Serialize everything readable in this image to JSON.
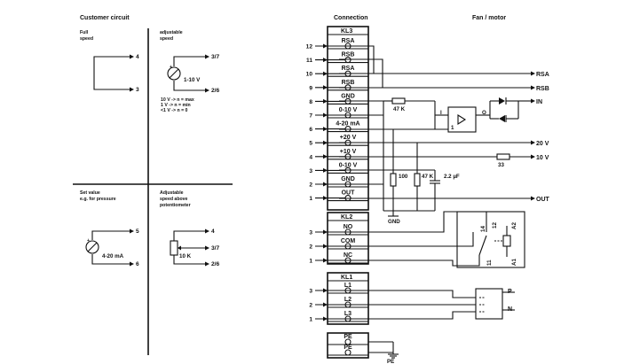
{
  "headers": {
    "customer_circuit": "Customer circuit",
    "connection": "Connection",
    "fan_motor": "Fan / motor"
  },
  "customer": {
    "full_speed": {
      "label_l1": "Full",
      "label_l2": "speed",
      "t1": "4",
      "t2": "3"
    },
    "adjustable": {
      "label_l1": "adjustable",
      "label_l2": "speed",
      "src": "1-10 V",
      "t1": "3/7",
      "t2": "2/6",
      "n1": "10 V -> n = max",
      "n2": "1 V -> n = min",
      "n3": "<1 V -> n = 0"
    },
    "set_value": {
      "label_l1": "Set value",
      "label_l2": "e.g. for pressure",
      "src": "4-20 mA",
      "t1": "5",
      "t2": "6"
    },
    "potentiometer": {
      "label_l1": "Adjustable",
      "label_l2": "speed above",
      "label_l3": "potentiometer",
      "value": "10 K",
      "t1": "4",
      "t2": "3/7",
      "t3": "2/6"
    }
  },
  "kl3": {
    "title": "KL3",
    "nums": [
      "12",
      "11",
      "10",
      "9",
      "8",
      "7",
      "6",
      "5",
      "4",
      "3",
      "2",
      "1"
    ],
    "labels": [
      "RSA",
      "RSB",
      "RSA",
      "RSB",
      "GND",
      "0-10 V",
      "4-20 mA",
      "+20 V",
      "+10 V",
      "0-10 V",
      "GND",
      "OUT"
    ]
  },
  "fan": {
    "rsa": "RSA",
    "rsb": "RSB",
    "in": "IN",
    "v20": "20 V",
    "v10": "10 V",
    "out": "OUT",
    "r47k_top": "47 K",
    "r100": "100",
    "r47k": "47 K",
    "cap": "2.2 µF",
    "r33": "33",
    "gnd": "GND",
    "amp_in": "1",
    "amp_i": "I",
    "amp_o": "O"
  },
  "kl2": {
    "title": "KL2",
    "nums": [
      "3",
      "2",
      "1"
    ],
    "labels": [
      "NO",
      "COM",
      "NC"
    ],
    "relay": {
      "p14": "14",
      "p12": "12",
      "p11": "11",
      "a1": "A1",
      "a2": "A2"
    }
  },
  "kl1": {
    "title": "KL1",
    "nums": [
      "3",
      "2",
      "1"
    ],
    "labels": [
      "L1",
      "L2",
      "L3"
    ],
    "p": "P",
    "n": "N"
  },
  "pe": {
    "labels": [
      "PE",
      "PE"
    ],
    "ground": "PE"
  }
}
